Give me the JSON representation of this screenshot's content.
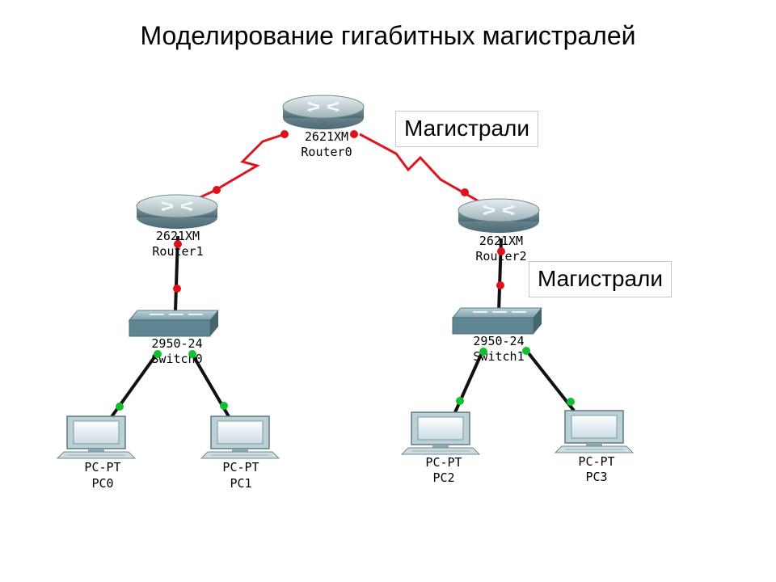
{
  "title": "Моделирование гигабитных магистралей",
  "colors": {
    "serial_link": "#e0141e",
    "copper_link": "#111111",
    "port_down": "#e01018",
    "port_up": "#10c030"
  },
  "devices": {
    "router0": {
      "model": "2621XM",
      "name": "Router0",
      "icon": "router-icon"
    },
    "router1": {
      "model": "2621XM",
      "name": "Router1",
      "icon": "router-icon"
    },
    "router2": {
      "model": "2621XM",
      "name": "Router2",
      "icon": "router-icon"
    },
    "switch0": {
      "model": "2950-24",
      "name": "Switch0",
      "icon": "switch-icon"
    },
    "switch1": {
      "model": "2950-24",
      "name": "Switch1",
      "icon": "switch-icon"
    },
    "pc0": {
      "model": "PC-PT",
      "name": "PC0",
      "icon": "pc-icon"
    },
    "pc1": {
      "model": "PC-PT",
      "name": "PC1",
      "icon": "pc-icon"
    },
    "pc2": {
      "model": "PC-PT",
      "name": "PC2",
      "icon": "pc-icon"
    },
    "pc3": {
      "model": "PC-PT",
      "name": "PC3",
      "icon": "pc-icon"
    }
  },
  "callouts": {
    "backbone_top": "Магистрали",
    "backbone_right": "Магистрали"
  }
}
